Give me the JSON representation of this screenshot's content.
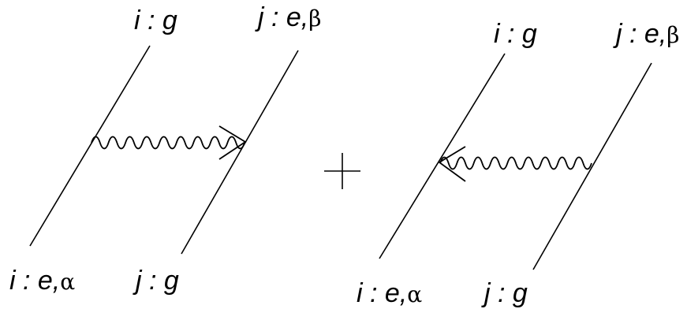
{
  "colors": {
    "ink": "#000000",
    "background": "#ffffff"
  },
  "left_diagram": {
    "top_left_label": {
      "name": "i : g",
      "state": "",
      "greek": ""
    },
    "top_right_label": {
      "name": "j : e,",
      "state": "",
      "greek": "β"
    },
    "bottom_left_label": {
      "name": "i : e,",
      "state": "",
      "greek": "α"
    },
    "bottom_right_label": {
      "name": "j : g",
      "state": "",
      "greek": ""
    },
    "photon_direction": "left-to-right"
  },
  "operator": "plus",
  "right_diagram": {
    "top_left_label": {
      "name": "i : g",
      "greek": ""
    },
    "top_right_label": {
      "name": "j : e,",
      "greek": "β"
    },
    "bottom_left_label": {
      "name": "i : e,",
      "greek": "α"
    },
    "bottom_right_label": {
      "name": "j : g",
      "greek": ""
    },
    "photon_direction": "right-to-left"
  }
}
